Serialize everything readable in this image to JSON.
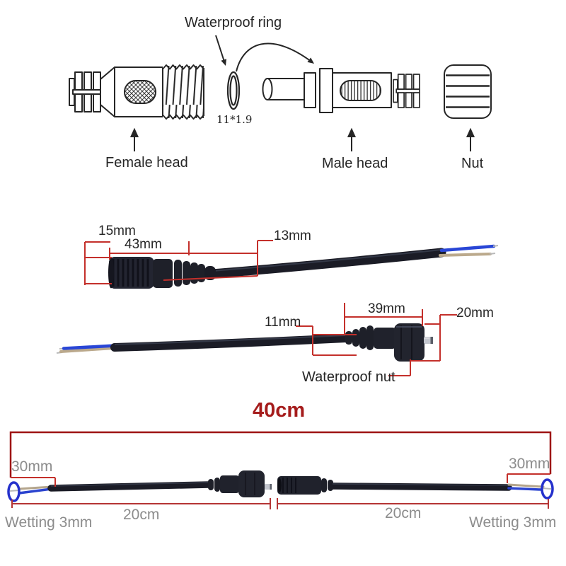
{
  "colors": {
    "dimension_red": "#c4302b",
    "bracket_red": "#9e1414",
    "ruler_red": "#b53535",
    "maroon_text": "#a51c1c",
    "gray_text": "#8c8c8c",
    "line_art_black": "#262626",
    "wire_blue": "#2946d6",
    "wire_tan": "#bba98c",
    "marker_blue": "#2531cc",
    "cable_black": "#1b1c26"
  },
  "diagram": {
    "waterproof_ring_label": "Waterproof ring",
    "ring_size": "11*1.9",
    "female_label": "Female head",
    "male_label": "Male head",
    "nut_label": "Nut"
  },
  "female_cable": {
    "connector_diameter": "15mm",
    "connector_length": "43mm",
    "cable_diameter": "13mm"
  },
  "male_cable": {
    "cable_diameter": "11mm",
    "connector_length": "39mm",
    "nut_diameter": "20mm",
    "nut_label": "Waterproof nut"
  },
  "assembled": {
    "total_length": "40cm",
    "left_strip": "30mm",
    "right_strip": "30mm",
    "left_segment": "20cm",
    "right_segment": "20cm",
    "left_wetting": "Wetting 3mm",
    "right_wetting": "Wetting 3mm"
  }
}
